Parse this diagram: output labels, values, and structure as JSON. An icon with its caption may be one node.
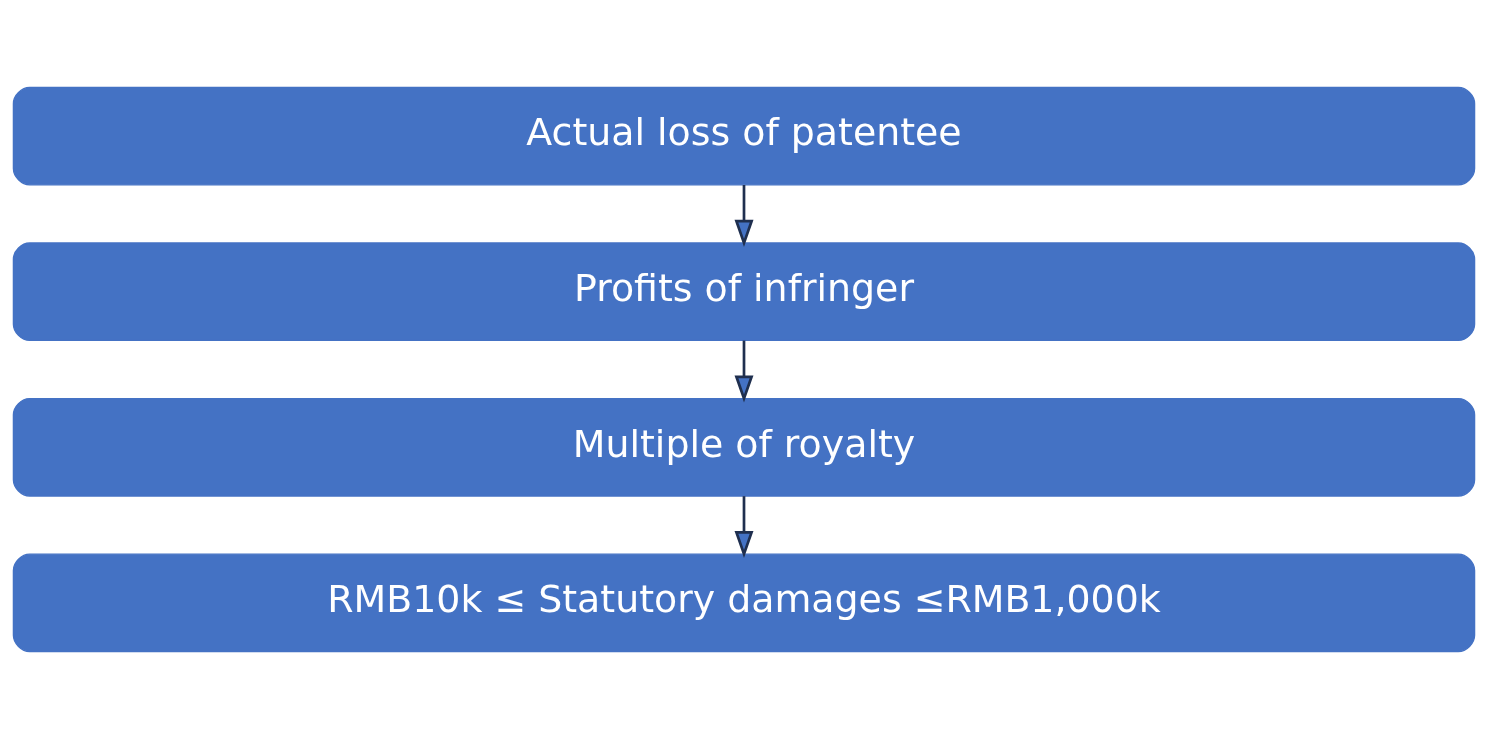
{
  "diagram": {
    "nodes": [
      {
        "text": [
          "Actual loss of patentee"
        ]
      },
      {
        "text": [
          "Profits of infringer"
        ]
      },
      {
        "text": [
          "Multiple of royalty"
        ]
      },
      {
        "text": [
          "RMB10k ≤ Statutory damages ≤RMB1,000k"
        ]
      }
    ],
    "edges": [
      {
        "from": 0,
        "to": 1,
        "arrow": "to"
      },
      {
        "from": 1,
        "to": 2,
        "arrow": "to"
      },
      {
        "from": 2,
        "to": 3,
        "arrow": "to"
      }
    ]
  }
}
